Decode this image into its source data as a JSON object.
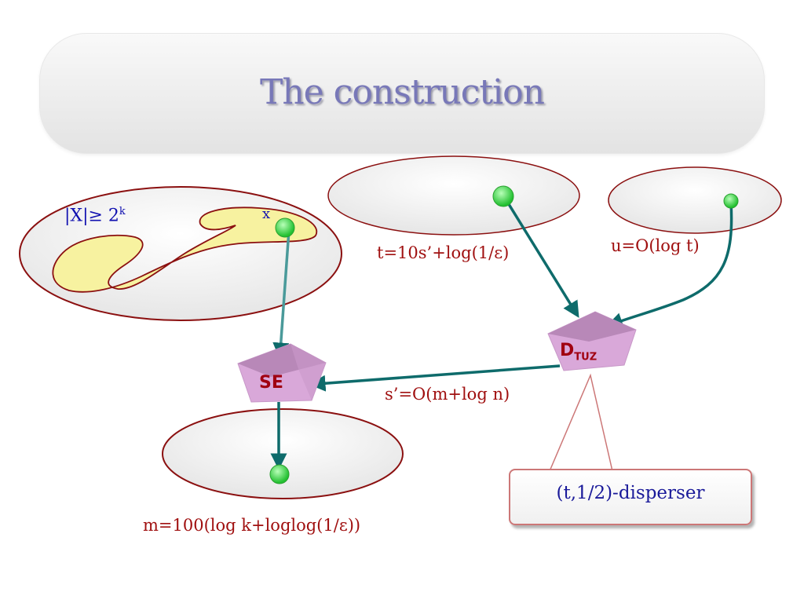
{
  "title": "The construction",
  "labels": {
    "x_set_prefix": "|X|≥ 2",
    "x_set_exponent": "k",
    "x_point": "x",
    "t": "t=10s’+log(1/ε)",
    "u": "u=O(log t)",
    "s": "s’=O(m+log n)",
    "m": "m=100(log k+loglog(1/ε))"
  },
  "nodes": {
    "se": "SE",
    "d_main": "D",
    "d_sub": "TUZ"
  },
  "callout": "(t,1/2)-disperser",
  "colors": {
    "arrow": "#0e6b6b",
    "ellipse_stroke": "#8b1010",
    "blob_fill": "#f7f2a0",
    "pentagon": "#d9a8d9",
    "point": "#33dd44"
  }
}
